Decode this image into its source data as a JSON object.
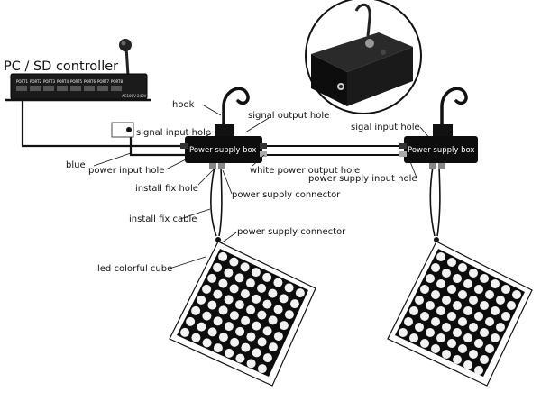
{
  "controller": {
    "title": "PC / SD controller",
    "ports": [
      "PORT1",
      "PORT2",
      "PORT3",
      "PORT4",
      "PORT5",
      "PORT6",
      "PORT7",
      "PORT8"
    ],
    "power_rating": "AC100V-240V"
  },
  "power_box_label": "Power supply box",
  "labels": {
    "hook": "hook",
    "signal_output_hole": "signal output hole",
    "signal_input_hole_left": "signal input hole",
    "signal_input_hole_right": "sigal input hole",
    "blue": "blue",
    "power_input_hole_left": "power input hole",
    "install_fix_hole": "install fix hole",
    "power_supply_connector_top": "power supply connector",
    "white_power_output_hole": "white power output hole",
    "power_supply_input_hole": "power supply input hole",
    "install_fix_cable": "install fix cable",
    "power_supply_connector_bottom": "power supply connector",
    "led_colorful_cube": "led colorful cube"
  },
  "colors": {
    "ink": "#111111",
    "panel": "#0d0d0d",
    "dot": "#f2f2f2",
    "wire": "#111111"
  },
  "icons": [
    "hook-icon",
    "joystick-icon",
    "connector-icon"
  ]
}
